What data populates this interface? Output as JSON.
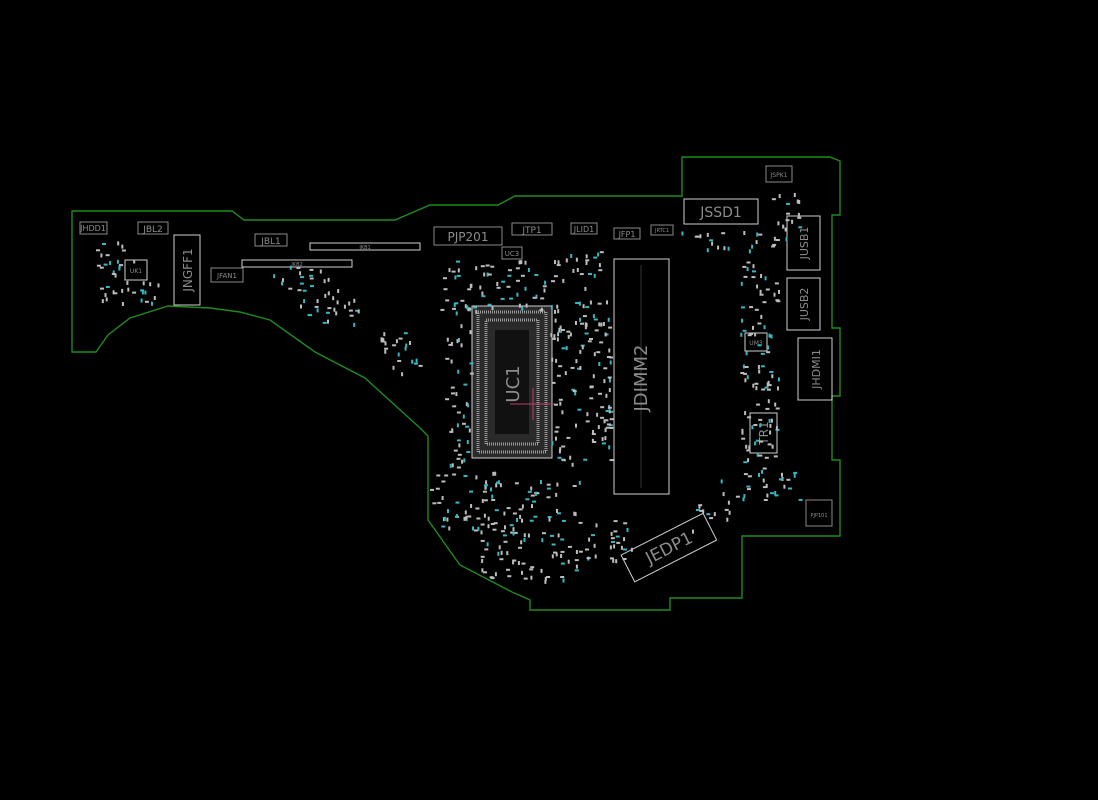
{
  "board": {
    "background_color": "#000000",
    "outline_color": "#1f8a1f",
    "label_color": "#8c8c8c",
    "accent_pad_color": "#36b7c4"
  },
  "components": {
    "jhdd1": "JHDD1",
    "jbl2": "JBL2",
    "jngff1": "JNGFF1",
    "jbl1": "JBL1",
    "jfan1": "JFAN1",
    "pjp201": "PJP201",
    "jtp1": "JTP1",
    "jlid1": "JLID1",
    "jfp1": "JFP1",
    "jssd1": "JSSD1",
    "jspk1": "JSPK1",
    "jusb1": "JUSB1",
    "jusb2": "JUSB2",
    "jhdmi1": "JHDMI1",
    "tr1": "TR1",
    "uc1": "UC1",
    "jdimm2": "JDIMM2",
    "jedp1": "JEDP1",
    "uc3": "UC3",
    "jrtc1": "JRTC1",
    "uk1": "UK1",
    "jkb1": "JKB1",
    "jkb2": "JKB2",
    "um3": "UM3",
    "pjp101": "PJP101"
  }
}
